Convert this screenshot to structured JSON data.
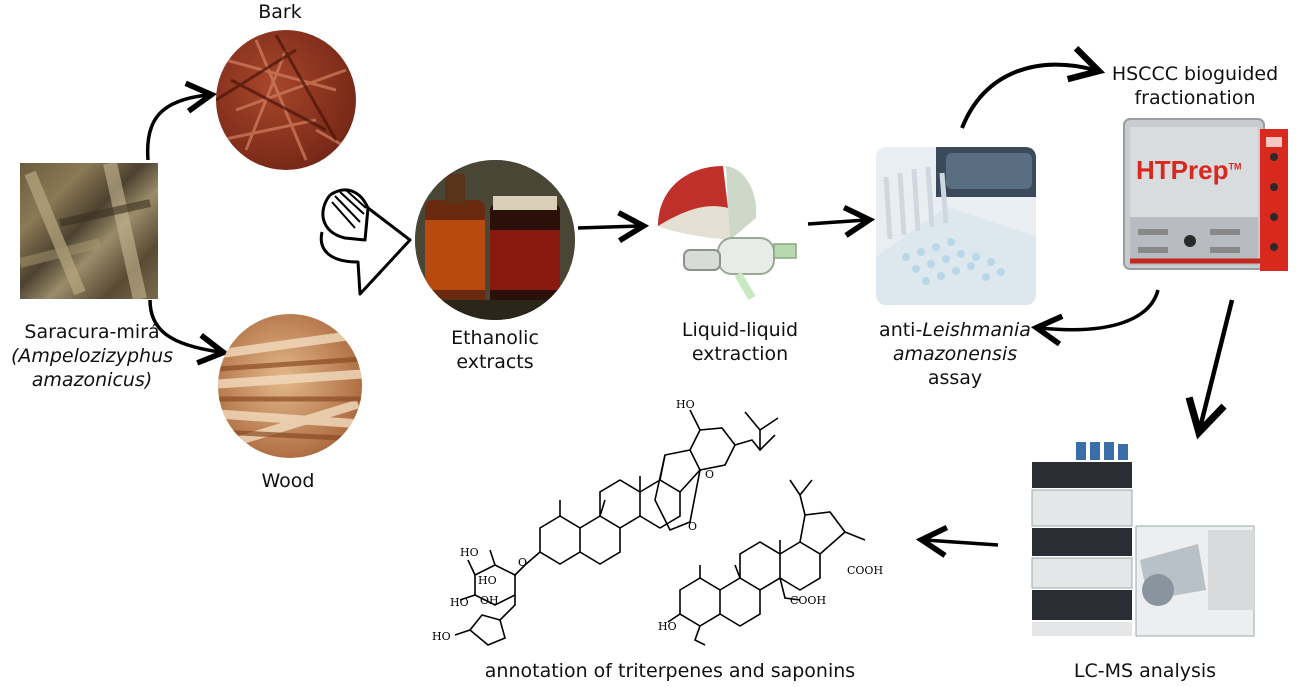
{
  "labels": {
    "bark": "Bark",
    "wood": "Wood",
    "plant_name": "Saracura-mirá",
    "plant_species_line1": "(Ampelozizyphus",
    "plant_species_line2": "amazonicus)",
    "ethanolic_line1": "Ethanolic",
    "ethanolic_line2": "extracts",
    "lle_line1": "Liquid-liquid",
    "lle_line2": "extraction",
    "assay_prefix": "anti-",
    "assay_genus": "Leishmania",
    "assay_species": "amazonensis",
    "assay_suffix": "assay",
    "hsccc_line1": "HSCCC bioguided",
    "hsccc_line2": "fractionation",
    "lcms": "LC-MS analysis",
    "annotation": "annotation of triterpenes and saponins"
  },
  "instrument_brand": "HTPrep",
  "instrument_tm": "TM",
  "chem_labels": {
    "ho_top": "HO",
    "o_ring1": "O",
    "o_ring2": "O",
    "o_sugar": "O",
    "ho_sugar1": "HO",
    "ho_sugar2": "HO",
    "ho_sugar3": "HO",
    "oh_sugar": "OH",
    "ho_sugar4": "HO",
    "ho_bottom": "HO",
    "cooh1": "COOH",
    "cooh2": "COOH"
  },
  "colors": {
    "arrow": "#000000",
    "bark": "#8a3a22",
    "wood": "#c88a5a",
    "htprep_red": "#d9281e"
  }
}
